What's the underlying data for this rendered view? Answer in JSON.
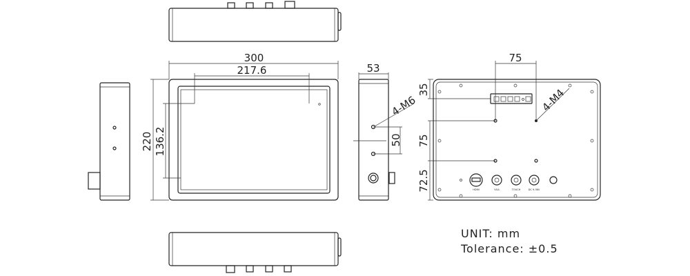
{
  "drawing": {
    "dimensions": {
      "overall_width": "300",
      "screen_width": "217.6",
      "overall_height": "220",
      "screen_height": "136.2",
      "depth": "53",
      "side_hole_spacing": "50",
      "side_thread": "4-M6",
      "rear_hole_h_spacing": "75",
      "rear_thread": "4-M4",
      "rear_top_offset": "35",
      "rear_v_spacing": "75",
      "rear_bottom_offset": "72.5"
    },
    "connectors": [
      "HDMI",
      "VGA",
      "TOUCH",
      "DC 9-36V"
    ],
    "notes": {
      "unit": "UNIT: mm",
      "tolerance": "Tolerance: ±0.5"
    }
  }
}
